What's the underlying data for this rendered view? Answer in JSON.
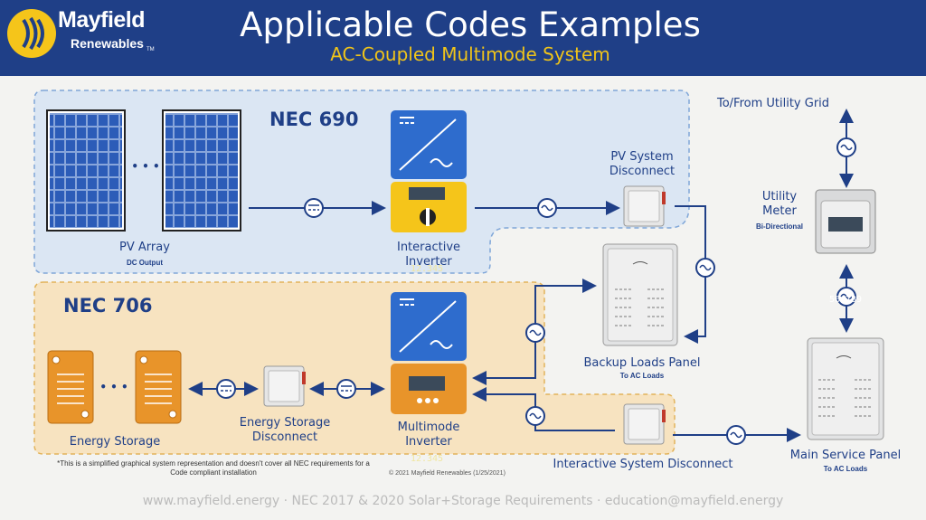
{
  "brand": {
    "name": "Mayfield",
    "sub": "Renewables",
    "tm": "TM"
  },
  "header": {
    "title": "Applicable Codes Examples",
    "subtitle": "AC-Coupled Multimode System"
  },
  "zones": {
    "nec690": "NEC 690",
    "nec706": "NEC 706"
  },
  "components": {
    "pv_array": {
      "label": "PV Array",
      "sub": "DC Output"
    },
    "interactive_inverter": {
      "label": "Interactive Inverter",
      "display": "12.345"
    },
    "pv_disconnect": {
      "label": "PV System Disconnect"
    },
    "utility_grid": {
      "label": "To/From Utility Grid"
    },
    "utility_meter": {
      "label": "Utility Meter",
      "sub": "Bi-Directional",
      "display": "56,789"
    },
    "backup_panel": {
      "label": "Backup Loads Panel",
      "sub": "To AC Loads"
    },
    "energy_storage": {
      "label": "Energy Storage"
    },
    "es_disconnect": {
      "label": "Energy Storage Disconnect"
    },
    "multimode_inverter": {
      "label": "Multimode Inverter",
      "display": "12.345"
    },
    "interactive_disconnect": {
      "label": "Interactive System Disconnect"
    },
    "main_panel": {
      "label": "Main Service Panel",
      "sub": "To AC Loads"
    }
  },
  "ellipsis": "• • •",
  "note": "*This is a simplified graphical system representation and doesn't cover all NEC requirements for a Code compliant installation",
  "copyright": "© 2021 Mayfield Renewables (1/25/2021)",
  "footer": "www.mayfield.energy · NEC 2017 & 2020 Solar+Storage Requirements · education@mayfield.energy",
  "colors": {
    "navy": "#1f3f87",
    "blue_zone": "#dbe6f3",
    "orange_zone": "#f7e3c0",
    "battery": "#e8942a",
    "yellow": "#f5c51a"
  }
}
